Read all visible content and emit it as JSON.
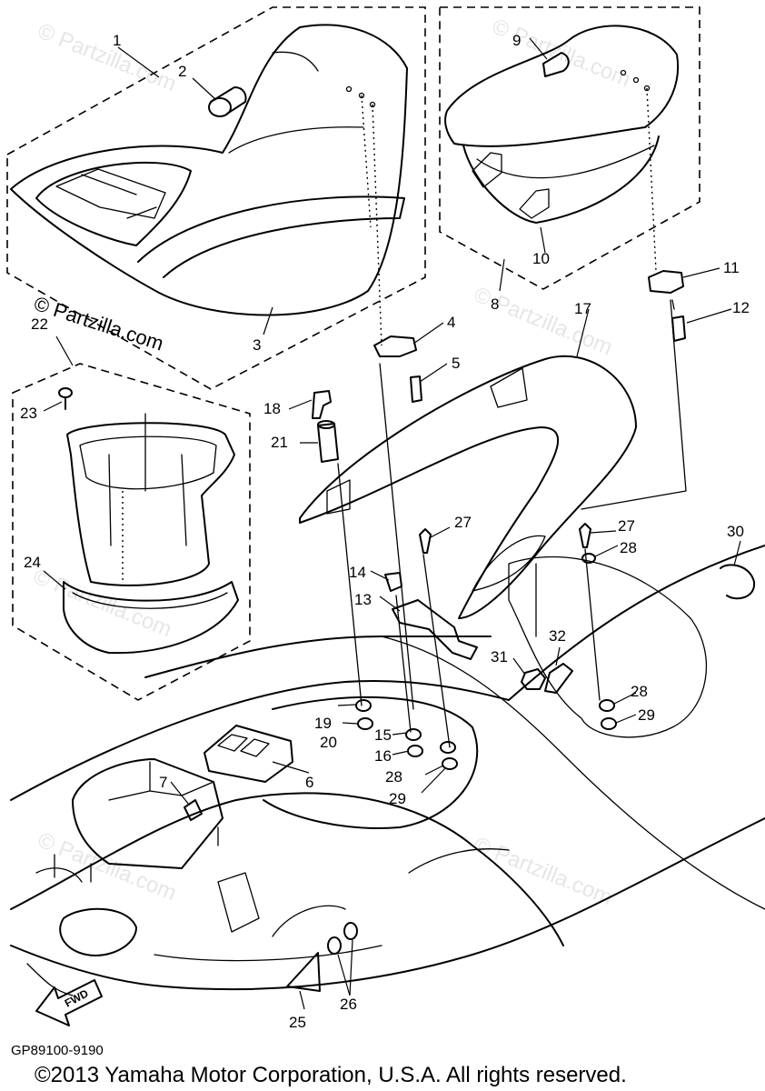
{
  "brand_watermark": "© Partzilla.com",
  "watermark_text": "© Partzilla.com",
  "diagram_code": "GP89100-9190",
  "copyright": "©2013 Yamaha Motor Corporation, U.S.A. All rights reserved.",
  "fwd_label": "FWD",
  "callouts": {
    "c1": "1",
    "c2": "2",
    "c3": "3",
    "c4": "4",
    "c5": "5",
    "c6": "6",
    "c7": "7",
    "c8": "8",
    "c9": "9",
    "c10": "10",
    "c11": "11",
    "c12": "12",
    "c13": "13",
    "c14": "14",
    "c15": "15",
    "c16": "16",
    "c17": "17",
    "c18": "18",
    "c19": "19",
    "c20": "20",
    "c21": "21",
    "c22": "22",
    "c23": "23",
    "c24": "24",
    "c25": "25",
    "c26": "26",
    "c27a": "27",
    "c27b": "27",
    "c28a": "28",
    "c28b": "28",
    "c28c": "28",
    "c29a": "29",
    "c29b": "29",
    "c30": "30",
    "c31": "31",
    "c32": "32"
  }
}
